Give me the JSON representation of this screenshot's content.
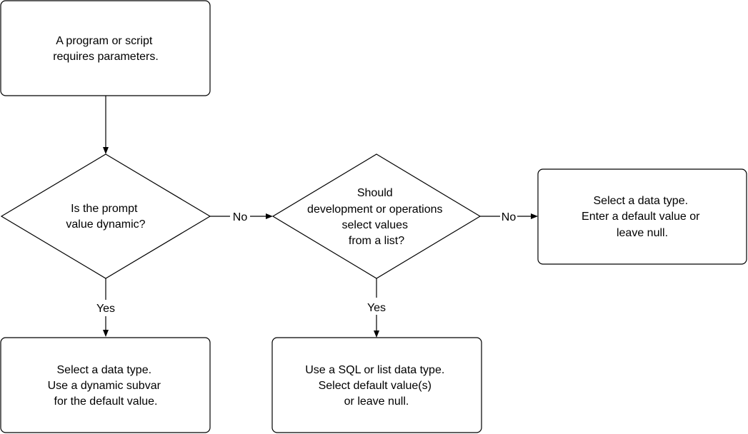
{
  "nodes": {
    "start": {
      "kind": "process",
      "lines": [
        "A program or script",
        "requires parameters."
      ]
    },
    "decision_dynamic": {
      "kind": "decision",
      "lines": [
        "Is the prompt",
        "value dynamic?"
      ]
    },
    "decision_list": {
      "kind": "decision",
      "lines": [
        "Should",
        "development or operations",
        "select values",
        "from a list?"
      ]
    },
    "static_default": {
      "kind": "process",
      "lines": [
        "Select a data type.",
        "Enter a default value or",
        "leave null."
      ]
    },
    "dynamic_default": {
      "kind": "process",
      "lines": [
        "Select a data type.",
        "Use a dynamic subvar",
        "for the default value."
      ]
    },
    "list_default": {
      "kind": "process",
      "lines": [
        "Use a SQL or list data type.",
        "Select default value(s)",
        "or leave null."
      ]
    }
  },
  "edges": {
    "start_to_dynamic": {
      "label": ""
    },
    "dynamic_no": {
      "label": "No"
    },
    "dynamic_yes": {
      "label": "Yes"
    },
    "list_no": {
      "label": "No"
    },
    "list_yes": {
      "label": "Yes"
    }
  }
}
